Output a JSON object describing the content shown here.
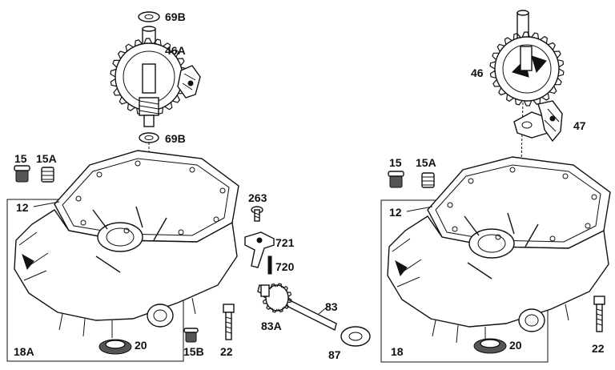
{
  "labels": {
    "l_69b_top": "69B",
    "l_46a": "46A",
    "l_69b_mid": "69B",
    "l_15_left": "15",
    "l_15a_left": "15A",
    "l_12_left": "12",
    "l_263": "263",
    "l_721": "721",
    "l_720": "720",
    "l_83": "83",
    "l_83a": "83A",
    "l_87": "87",
    "l_18a": "18A",
    "l_20_left": "20",
    "l_15b": "15B",
    "l_22_left": "22",
    "l_46": "46",
    "l_47": "47",
    "l_15_right": "15",
    "l_15a_right": "15A",
    "l_12_right": "12",
    "l_18": "18",
    "l_20_right": "20",
    "l_22_right": "22"
  },
  "colors": {
    "ink": "#111111",
    "paper": "#ffffff",
    "shade": "#555555"
  }
}
